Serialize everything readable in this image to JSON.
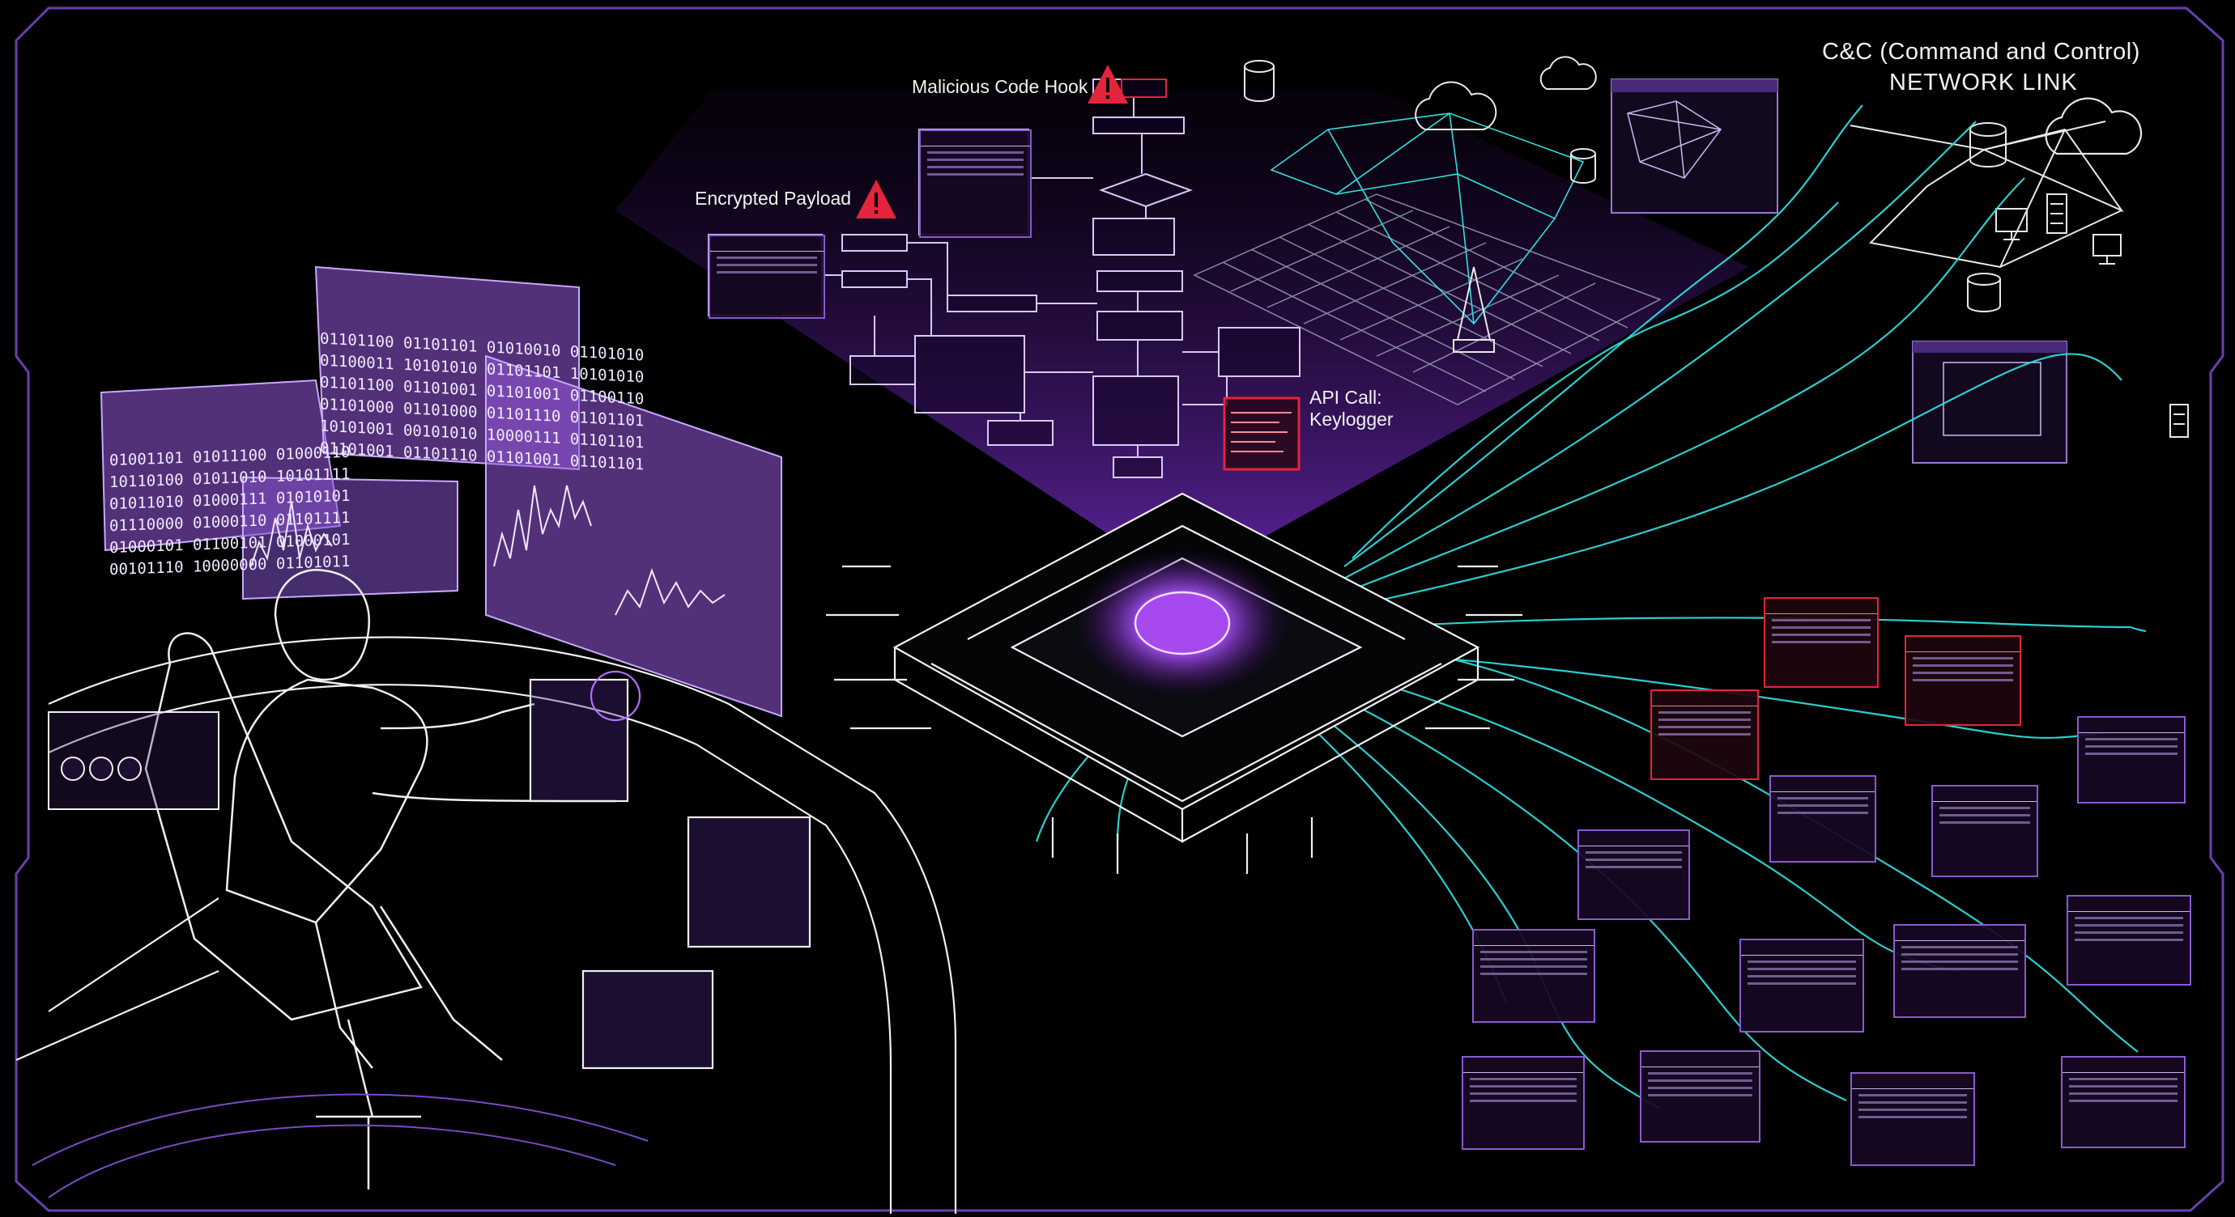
{
  "annotations": {
    "malicious_hook": "Malicious Code Hook",
    "encrypted_payload": "Encrypted Payload",
    "api_call": "API Call:",
    "api_call_detail": "Keylogger",
    "cnc_line1": "C&C (Command and Control)",
    "cnc_line2": "NETWORK LINK"
  },
  "binary": {
    "screen_a": [
      "01101100 01101101 01010010 01101010",
      "01100011 10101010 01101101 10101010",
      "01101100 01101001 01101001 01100110",
      "01101000 01101000 01101110 01101101",
      "10101001 00101010 10000111 01101101",
      "01101001 01101110 01101001 01101101"
    ],
    "screen_b": [
      "01001101 01011100 01000110",
      "10110100 01011010 10101111",
      "01011010 01000111 01010101",
      "01110000 01000110 01101111",
      "01000101 01100101 01000101",
      "00101110 10000000 01101011"
    ]
  },
  "colors": {
    "accent_purple": "#9a5cf0",
    "core_glow": "#b56cff",
    "cyan": "#2fe0e0",
    "alert_red": "#e3243a",
    "frame": "#6b3fb0",
    "line_art": "#f0f0f0"
  },
  "icons": [
    "warning-icon",
    "cloud-icon",
    "database-icon",
    "server-icon",
    "monitor-icon"
  ]
}
